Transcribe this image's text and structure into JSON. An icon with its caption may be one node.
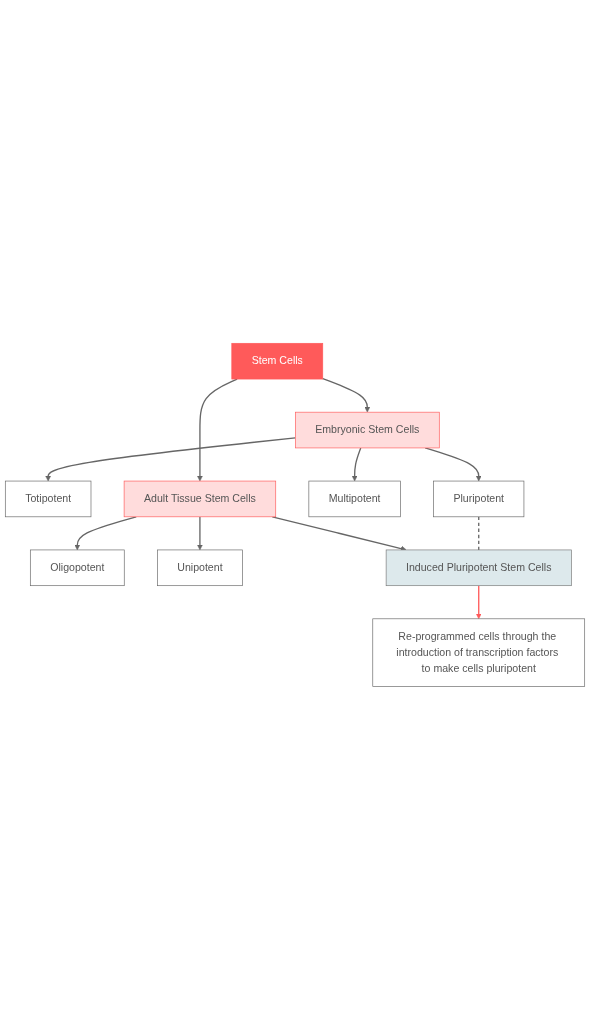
{
  "diagram": {
    "nodes": [
      {
        "text": [
          "Stem Cells"
        ]
      },
      {
        "text": [
          "Embryonic Stem Cells"
        ]
      },
      {
        "text": [
          "Totipotent"
        ]
      },
      {
        "text": [
          "Pluripotent"
        ]
      },
      {
        "text": [
          "Multipotent"
        ]
      },
      {
        "text": [
          "Adult Tissue Stem Cells"
        ]
      },
      {
        "text": [
          "Oligopotent"
        ]
      },
      {
        "text": [
          "Unipotent"
        ]
      },
      {
        "text": [
          "Induced Pluripotent Stem Cells"
        ]
      },
      {
        "text": [
          "Re-programmed cells through the introduction of transcription factors to make cells pluripotent"
        ]
      }
    ],
    "edges": [
      {
        "from": 0,
        "to": 1,
        "arrow": "to"
      },
      {
        "from": 0,
        "to": 5,
        "arrow": "to"
      },
      {
        "from": 1,
        "to": 2,
        "arrow": "to"
      },
      {
        "from": 1,
        "to": 3,
        "arrow": "to"
      },
      {
        "from": 1,
        "to": 4,
        "arrow": "to"
      },
      {
        "from": 5,
        "to": 6,
        "arrow": "to"
      },
      {
        "from": 5,
        "to": 7,
        "arrow": "to"
      },
      {
        "from": 3,
        "to": 8,
        "arrow": "none",
        "style": "dashed"
      },
      {
        "from": 5,
        "to": 8,
        "arrow": "to"
      },
      {
        "from": 8,
        "to": 9,
        "arrow": "to",
        "color": "#ff5a5a"
      }
    ]
  }
}
